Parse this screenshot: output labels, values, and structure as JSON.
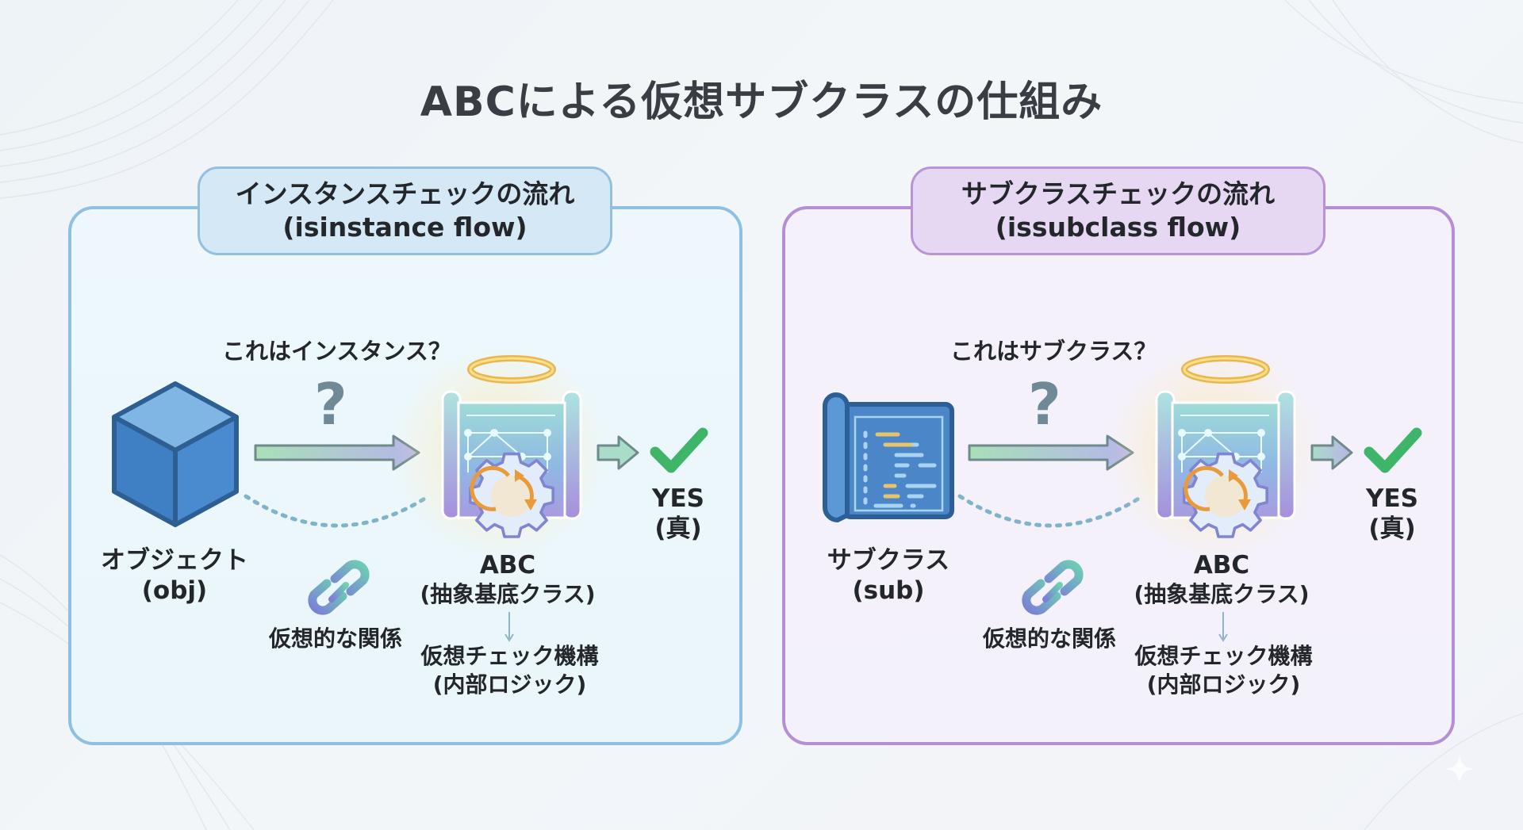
{
  "title": "ABCによる仮想サブクラスの仕組み",
  "panels": [
    {
      "id": "isinstance",
      "header_line1": "インスタンスチェックの流れ",
      "header_line2": "(isinstance flow)",
      "question": "これはインスタンス？",
      "question_mark": "?",
      "source_label": "オブジェクト",
      "source_sub": "(obj)",
      "source_icon": "cube-icon",
      "relation_label": "仮想的な関係",
      "abc_label": "ABC",
      "abc_sub": "(抽象基底クラス)",
      "mechanism_label": "仮想チェック機構",
      "mechanism_sub": "(内部ロジック)",
      "result_label": "YES",
      "result_sub": "(真)",
      "accent": "#8ec0e3"
    },
    {
      "id": "issubclass",
      "header_line1": "サブクラスチェックの流れ",
      "header_line2": "(issubclass flow)",
      "question": "これはサブクラス？",
      "question_mark": "?",
      "source_label": "サブクラス",
      "source_sub": "(sub)",
      "source_icon": "code-scroll-icon",
      "relation_label": "仮想的な関係",
      "abc_label": "ABC",
      "abc_sub": "(抽象基底クラス)",
      "mechanism_label": "仮想チェック機構",
      "mechanism_sub": "(内部ロジック)",
      "result_label": "YES",
      "result_sub": "(真)",
      "accent": "#b58fd6"
    }
  ],
  "colors": {
    "check": "#3fb56a",
    "halo": "#f0c060",
    "gear_arrows": "#e99a3a",
    "question_mark": "#6f8a96"
  }
}
